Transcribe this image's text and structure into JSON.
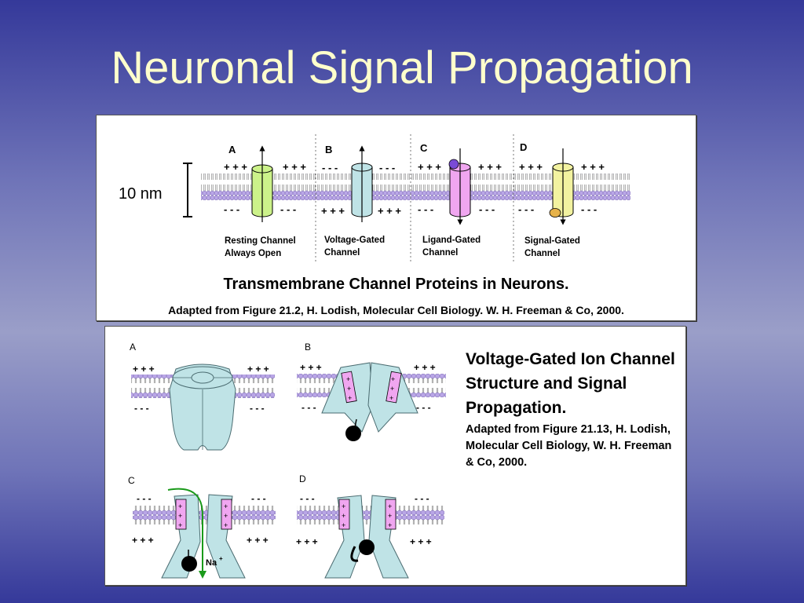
{
  "slide": {
    "title": "Neuronal Signal Propagation"
  },
  "top_figure": {
    "scale_label": "10 nm",
    "channels": [
      {
        "letter": "A",
        "top_charge": "+ + +",
        "bottom_charge": "- - -",
        "label_line1": "Resting Channel",
        "label_line2": "Always Open",
        "color": "#ccf28a"
      },
      {
        "letter": "B",
        "top_charge": "- - -",
        "bottom_charge": "+ + +",
        "label_line1": "Voltage-Gated",
        "label_line2": "Channel",
        "color": "#bfe3e6"
      },
      {
        "letter": "C",
        "top_charge": "+ + +",
        "bottom_charge": "- - -",
        "label_line1": "Ligand-Gated",
        "label_line2": "Channel",
        "color": "#f0a6f0"
      },
      {
        "letter": "D",
        "top_charge": "+ + +",
        "bottom_charge": "- - -",
        "label_line1": "Signal-Gated",
        "label_line2": "Channel",
        "color": "#f2f2a0"
      }
    ],
    "caption": "Transmembrane Channel Proteins in Neurons.",
    "citation": "Adapted from Figure 21.2, H. Lodish, Molecular Cell Biology. W. H. Freeman & Co, 2000."
  },
  "bottom_figure": {
    "panels": [
      {
        "letter": "A",
        "top_charge": "+ + +",
        "bottom_charge": "- - -"
      },
      {
        "letter": "B",
        "top_charge": "+ + +",
        "bottom_charge": "- - -"
      },
      {
        "letter": "C",
        "top_charge": "- - -",
        "bottom_charge": "+ + +"
      },
      {
        "letter": "D",
        "top_charge": "- - -",
        "bottom_charge": "+ + +"
      }
    ],
    "ion_label": "Na",
    "ion_charge": "+",
    "title": "Voltage-Gated Ion Channel Structure and Signal Propagation.",
    "citation": "Adapted from Figure 21.13, H. Lodish, Molecular Cell Biology, W. H. Freeman & Co, 2000."
  },
  "colors": {
    "title_text": "#ffffcc",
    "membrane": "#b9a6e6",
    "protein": "#bfe3e6",
    "gate_segment": "#f0a6f0",
    "ion_arrow": "#1a9a1a"
  }
}
